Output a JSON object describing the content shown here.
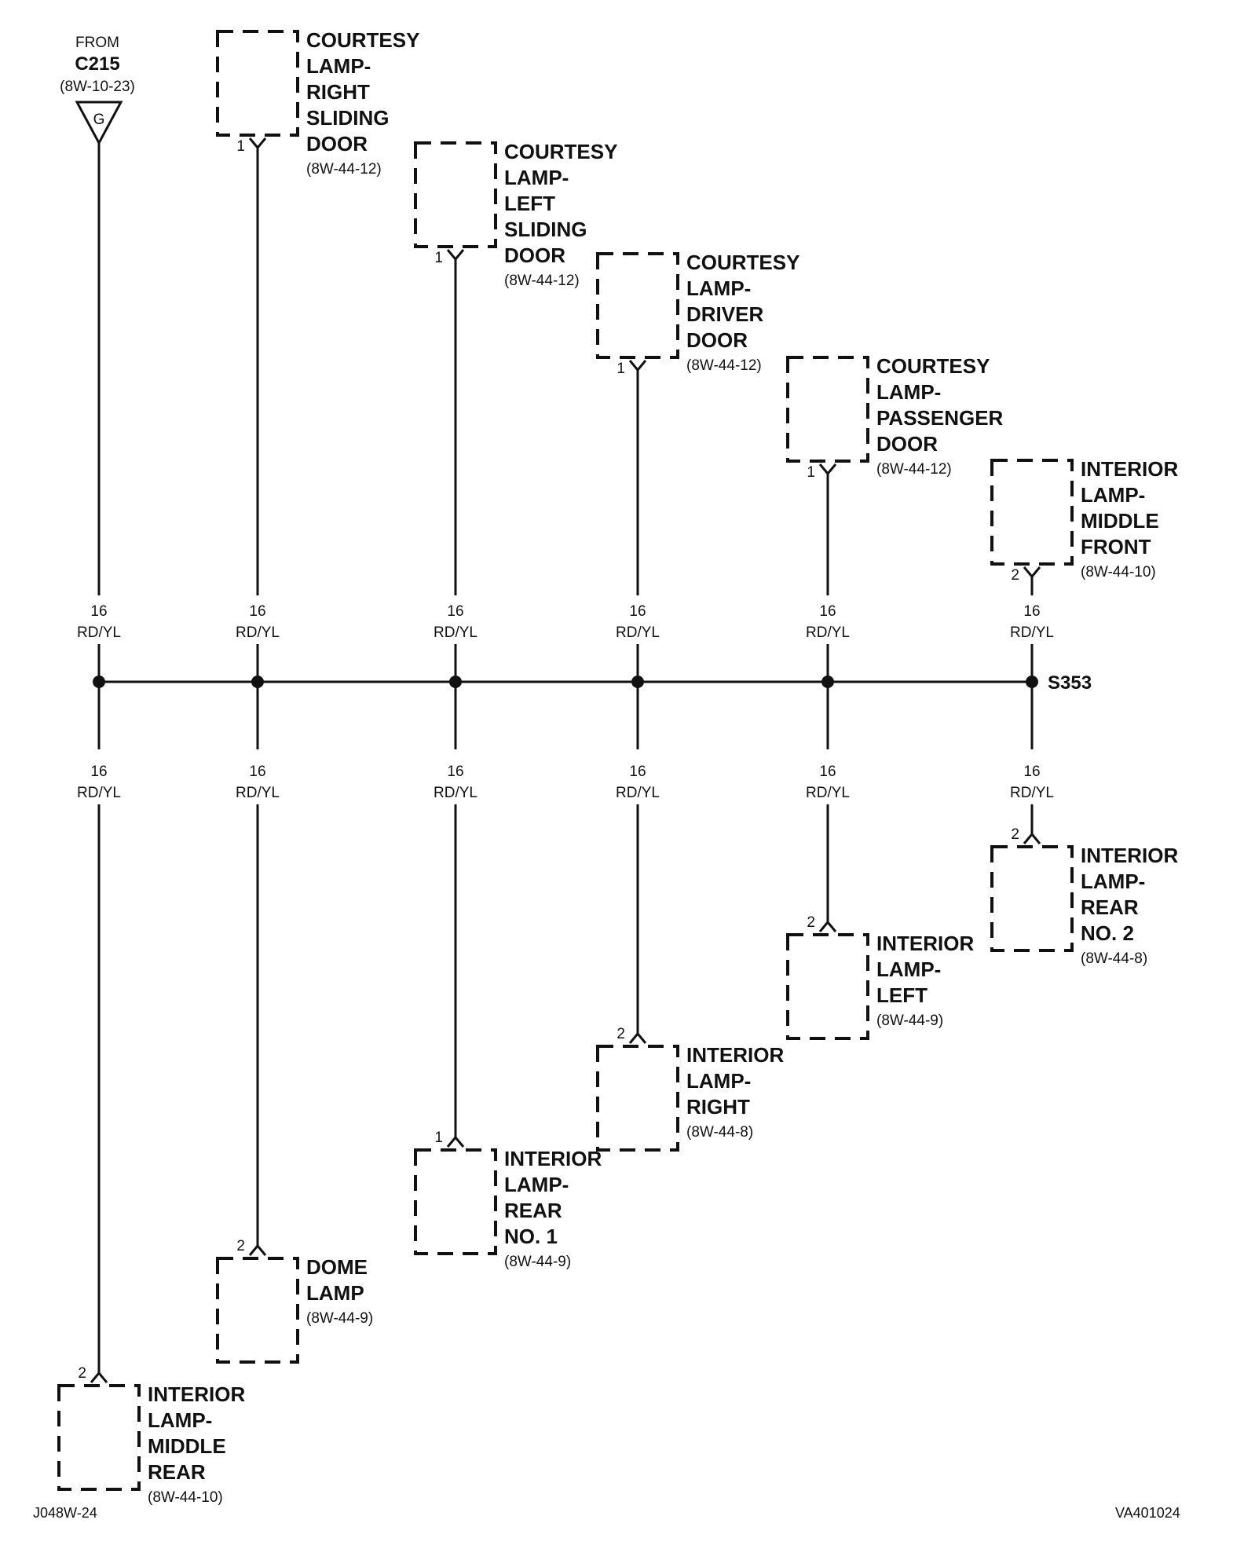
{
  "source": {
    "from_label": "FROM",
    "connector": "C215",
    "ref": "(8W-10-23)",
    "pin": "G"
  },
  "splice": {
    "label": "S353"
  },
  "wire": {
    "gauge": "16",
    "color": "RD/YL"
  },
  "top_components": [
    {
      "lines": [
        "COURTESY",
        "LAMP-",
        "RIGHT",
        "SLIDING",
        "DOOR"
      ],
      "ref": "(8W-44-12)",
      "pin": "1"
    },
    {
      "lines": [
        "COURTESY",
        "LAMP-",
        "LEFT",
        "SLIDING",
        "DOOR"
      ],
      "ref": "(8W-44-12)",
      "pin": "1"
    },
    {
      "lines": [
        "COURTESY",
        "LAMP-",
        "DRIVER",
        "DOOR"
      ],
      "ref": "(8W-44-12)",
      "pin": "1"
    },
    {
      "lines": [
        "COURTESY",
        "LAMP-",
        "PASSENGER",
        "DOOR"
      ],
      "ref": "(8W-44-12)",
      "pin": "1"
    },
    {
      "lines": [
        "INTERIOR",
        "LAMP-",
        "MIDDLE",
        "FRONT"
      ],
      "ref": "(8W-44-10)",
      "pin": "2"
    }
  ],
  "bottom_components": [
    {
      "lines": [
        "INTERIOR",
        "LAMP-",
        "MIDDLE",
        "REAR"
      ],
      "ref": "(8W-44-10)",
      "pin": "2"
    },
    {
      "lines": [
        "DOME",
        "LAMP"
      ],
      "ref": "(8W-44-9)",
      "pin": "2"
    },
    {
      "lines": [
        "INTERIOR",
        "LAMP-",
        "REAR",
        "NO. 1"
      ],
      "ref": "(8W-44-9)",
      "pin": "1"
    },
    {
      "lines": [
        "INTERIOR",
        "LAMP-",
        "RIGHT"
      ],
      "ref": "(8W-44-8)",
      "pin": "2"
    },
    {
      "lines": [
        "INTERIOR",
        "LAMP-",
        "LEFT"
      ],
      "ref": "(8W-44-9)",
      "pin": "2"
    },
    {
      "lines": [
        "INTERIOR",
        "LAMP-",
        "REAR",
        "NO. 2"
      ],
      "ref": "(8W-44-8)",
      "pin": "2"
    }
  ],
  "footer": {
    "left": "J048W-24",
    "right": "VA401024"
  }
}
